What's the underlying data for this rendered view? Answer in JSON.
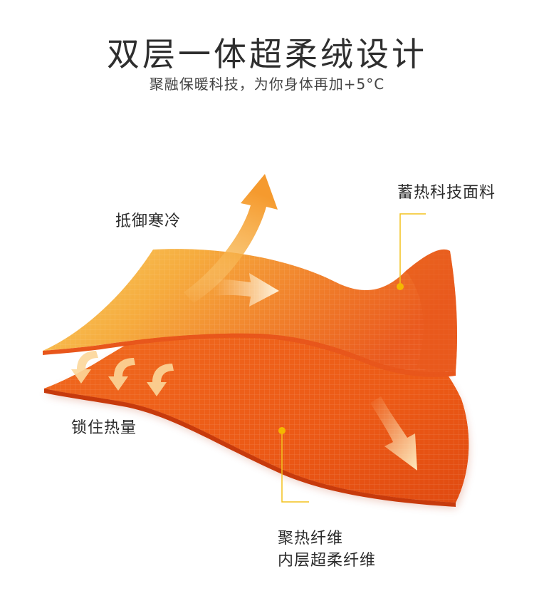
{
  "header": {
    "title": "双层一体超柔绒设计",
    "subtitle": "聚融保暖科技，为你身体再加+5°C"
  },
  "labels": {
    "resist_cold": "抵御寒冷",
    "heat_fabric": "蓄热科技面料",
    "lock_heat": "锁住热量",
    "inner_line1": "聚热纤维",
    "inner_line2": "内层超柔纤维"
  },
  "colors": {
    "outer_top": "#f7c55a",
    "outer_mid": "#f4a23a",
    "outer_right": "#ef6a23",
    "inner_fill": "#ee5a18",
    "inner_dark": "#d94010",
    "callout_line": "#f3c21f",
    "callout_dot": "#f4b800"
  },
  "icons": [
    "upward-arrow-icon",
    "right-arrow-icon",
    "down-right-arrow-icon",
    "curved-down-arrow-icon"
  ]
}
